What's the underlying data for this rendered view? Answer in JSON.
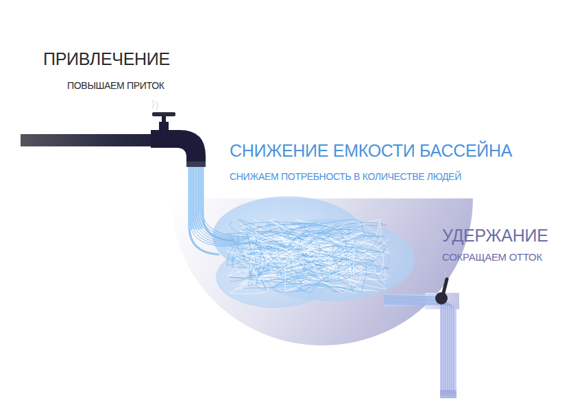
{
  "diagram": {
    "labels": [
      "ПРИВЛЕЧЕНИЕ",
      "ПОВЫШАЕМ ПРИТОК",
      "СНИЖЕНИЕ ЕМКОСТИ БАССЕЙНА",
      "СНИЖАЕМ ПОТРЕБНОСТЬ В КОЛИЧЕСТВЕ ЛЮДЕЙ",
      "УДЕРЖАНИЕ",
      "СОКРАЩАЕМ ОТТОК"
    ]
  }
}
